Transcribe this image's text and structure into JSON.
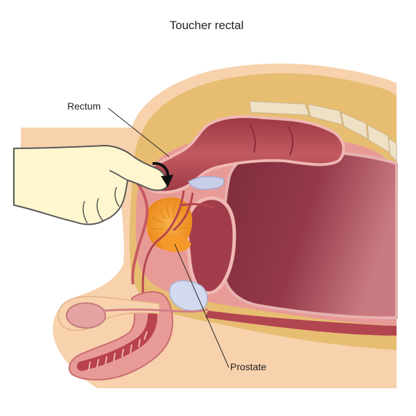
{
  "title": "Toucher rectal",
  "labels": {
    "rectum": "Rectum",
    "prostate": "Prostate"
  },
  "colors": {
    "skin": "#f7d2ad",
    "fat": "#e7bd72",
    "tissue": "#e89b96",
    "rectum": "#b0454d",
    "bladder": "#8e3443",
    "prostate": "#f59a2a",
    "glove": "#fdf6cf",
    "spine": "#eee1c5",
    "vesicle": "#c8cde8"
  }
}
